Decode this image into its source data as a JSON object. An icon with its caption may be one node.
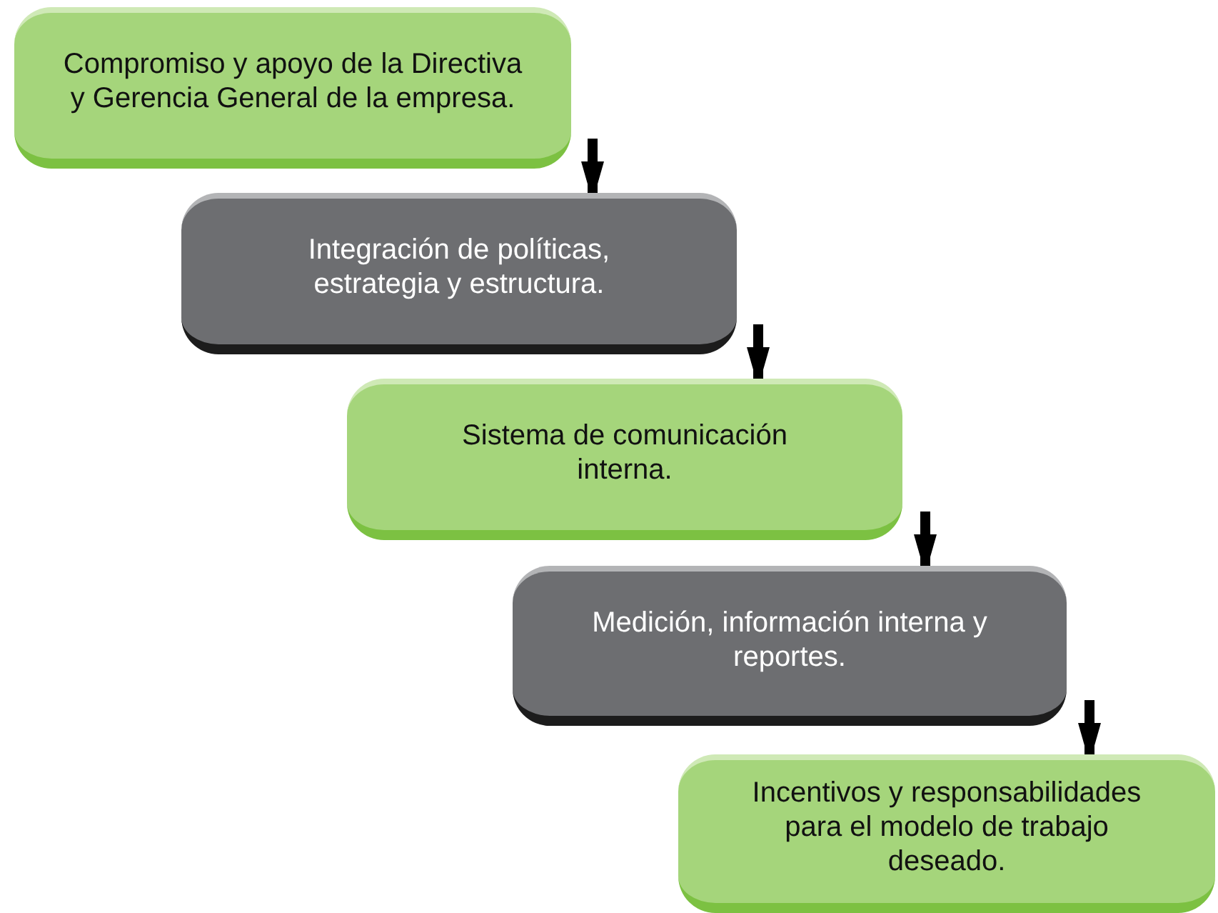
{
  "diagram": {
    "nodes": [
      {
        "text": [
          "Compromiso y apoyo de la Directiva y Gerencia General de la empresa."
        ]
      },
      {
        "text": [
          "Integración de políticas, estrategia y estructura."
        ]
      },
      {
        "text": [
          "Sistema de comunicación interna."
        ]
      },
      {
        "text": [
          "Medición, información interna y reportes."
        ]
      },
      {
        "text": [
          "Incentivos y responsabilidades para el modelo de trabajo deseado."
        ]
      }
    ],
    "edges": [
      {
        "from": null,
        "to": 1,
        "arrow": "to"
      },
      {
        "from": null,
        "to": 2,
        "arrow": "to"
      },
      {
        "from": null,
        "to": 3,
        "arrow": "to"
      },
      {
        "from": null,
        "to": 4,
        "arrow": "to"
      }
    ]
  }
}
